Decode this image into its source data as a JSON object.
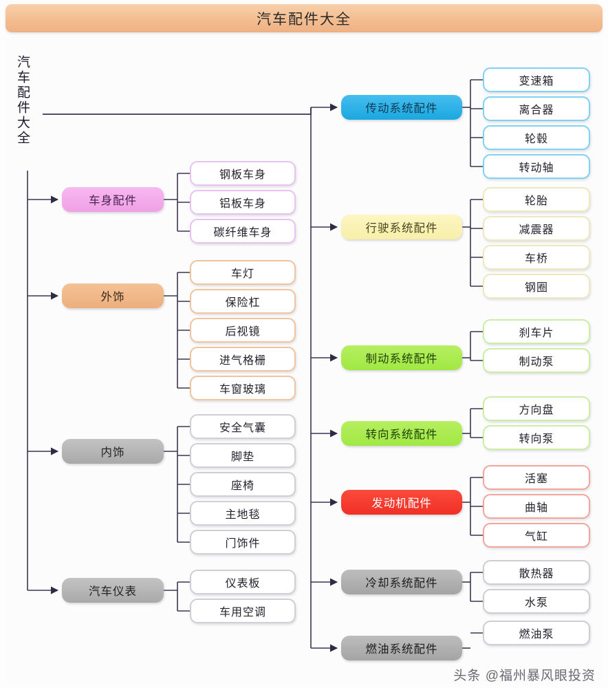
{
  "header": {
    "title": "汽车配件大全"
  },
  "root": {
    "label": "汽车配件大全"
  },
  "watermark": {
    "text": "头条 @福州暴风眼投资"
  },
  "left_branches": [
    {
      "id": "body-parts",
      "label": "车身配件",
      "theme": "pink",
      "children": [
        "钢板车身",
        "铝板车身",
        "碳纤维车身"
      ]
    },
    {
      "id": "exterior",
      "label": "外饰",
      "theme": "orange",
      "children": [
        "车灯",
        "保险杠",
        "后视镜",
        "进气格栅",
        "车窗玻璃"
      ]
    },
    {
      "id": "interior",
      "label": "内饰",
      "theme": "gray",
      "children": [
        "安全气囊",
        "脚垫",
        "座椅",
        "主地毯",
        "门饰件"
      ]
    },
    {
      "id": "instruments",
      "label": "汽车仪表",
      "theme": "gray",
      "children": [
        "仪表板",
        "车用空调"
      ]
    }
  ],
  "right_branches": [
    {
      "id": "transmission",
      "label": "传动系统配件",
      "theme": "blue",
      "children": [
        "变速箱",
        "离合器",
        "轮毂",
        "转动轴"
      ]
    },
    {
      "id": "running-gear",
      "label": "行驶系统配件",
      "theme": "yellow",
      "children": [
        "轮胎",
        "减震器",
        "车桥",
        "钢圈"
      ]
    },
    {
      "id": "braking",
      "label": "制动系统配件",
      "theme": "green",
      "children": [
        "刹车片",
        "制动泵"
      ]
    },
    {
      "id": "steering",
      "label": "转向系统配件",
      "theme": "green",
      "children": [
        "方向盘",
        "转向泵"
      ]
    },
    {
      "id": "engine",
      "label": "发动机配件",
      "theme": "red",
      "children": [
        "活塞",
        "曲轴",
        "气缸"
      ]
    },
    {
      "id": "cooling",
      "label": "冷却系统配件",
      "theme": "dgray",
      "children": [
        "散热器",
        "水泵"
      ]
    },
    {
      "id": "fuel",
      "label": "燃油系统配件",
      "theme": "dgray",
      "children": [
        "燃油泵"
      ]
    }
  ],
  "colors": {
    "header_bg": "#f3bd90",
    "pink": "#efa0e6",
    "orange": "#edaf7e",
    "gray": "#a9a9a9",
    "blue": "#1aa8e0",
    "yellow": "#f7efa8",
    "green": "#a0e843",
    "red": "#f03025",
    "line": "#3a3550"
  }
}
